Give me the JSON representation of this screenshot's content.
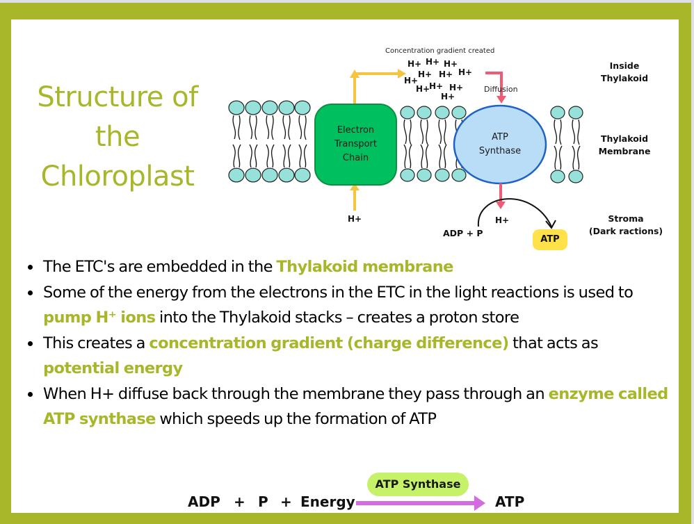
{
  "slide": {
    "title_lines": [
      "Structure of",
      "the",
      "Chloroplast"
    ],
    "colors": {
      "frame": "#a8b62a",
      "highlight": "#a8b62a",
      "etc_fill": "#00bf5f",
      "atp_synthase_fill": "#b9dcf7",
      "atp_synthase_stroke": "#1d62c4",
      "pump_arrow": "#f5c542",
      "diffusion_arrow": "#ee5b75",
      "phospholipid_head": "#96e2db",
      "atp_badge": "#ffe14a",
      "equation_pill": "#c6f26a",
      "equation_arrow": "#d36ce0"
    }
  },
  "diagram": {
    "gradient_caption": "Concentration gradient created",
    "h_ion_cluster": [
      "H+",
      "H+",
      "H+",
      "H+",
      "H+",
      "H+",
      "H+",
      "H+",
      "H+",
      "H+",
      "H+"
    ],
    "diffusion_label": "Diffusion",
    "etc_label_lines": [
      "Electron",
      "Transport",
      "Chain"
    ],
    "atp_synthase_label_lines": [
      "ATP",
      "Synthase"
    ],
    "stroma_h_left": "H+",
    "stroma_h_right": "H+",
    "adp_p": "ADP + P",
    "atp": "ATP",
    "region_labels": {
      "inside": [
        "Inside",
        "Thylakoid"
      ],
      "membrane": [
        "Thylakoid",
        "Membrane"
      ],
      "stroma": [
        "Stroma",
        "(Dark ractions)"
      ]
    }
  },
  "bullets": [
    {
      "parts": [
        {
          "text": "The ETC's are embedded in the ",
          "highlight": false
        },
        {
          "text": "Thylakoid membrane",
          "highlight": true
        }
      ]
    },
    {
      "parts": [
        {
          "text": "Some of the energy from the electrons in the ETC in the light reactions is used to ",
          "highlight": false
        },
        {
          "text": "pump H⁺ ions",
          "highlight": true
        },
        {
          "text": " into the Thylakoid stacks – creates a proton store",
          "highlight": false
        }
      ]
    },
    {
      "parts": [
        {
          "text": "This creates a ",
          "highlight": false
        },
        {
          "text": "concentration gradient (charge difference)",
          "highlight": true
        },
        {
          "text": " that acts as ",
          "highlight": false
        },
        {
          "text": "potential energy",
          "highlight": true
        }
      ]
    },
    {
      "parts": [
        {
          "text": "When H+ diffuse back through the membrane they pass through an ",
          "highlight": false
        },
        {
          "text": "enzyme called ATP synthase",
          "highlight": true
        },
        {
          "text": " which speeds up the formation of ATP",
          "highlight": false
        }
      ]
    }
  ],
  "equation": {
    "adp": "ADP",
    "plus1": "+",
    "p": "P",
    "plus2": "+",
    "energy": "Energy",
    "enzyme": "ATP Synthase",
    "product": "ATP"
  }
}
